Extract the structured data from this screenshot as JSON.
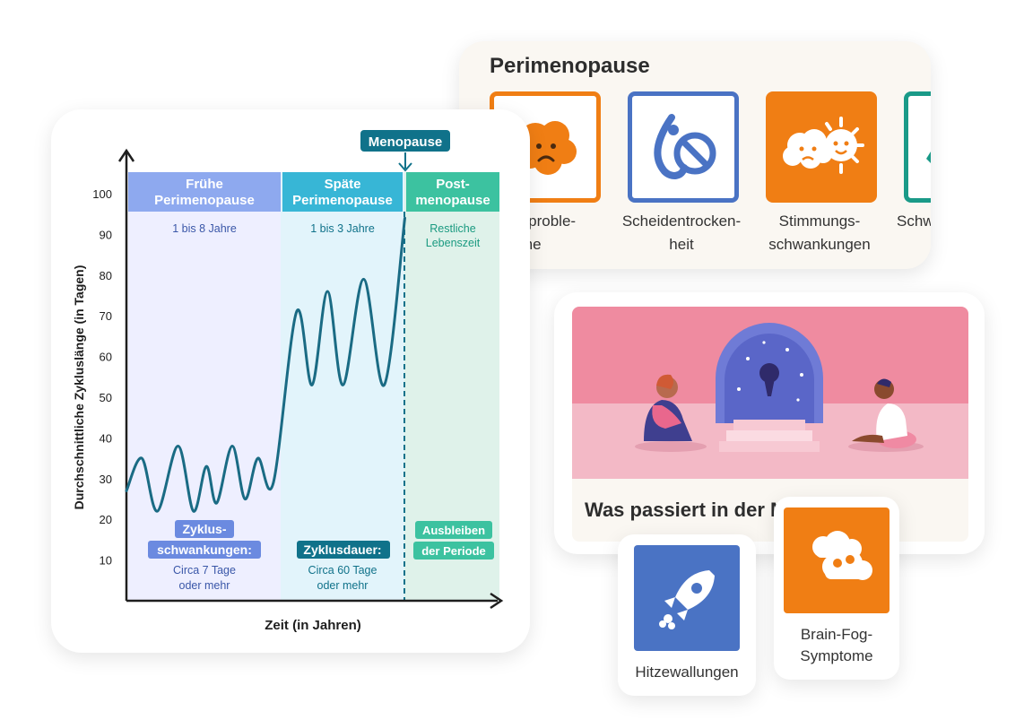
{
  "perimenopause": {
    "title": "Perimenopause",
    "symptoms": [
      {
        "icon": "sad-cloud-icon",
        "line1": "Schlafproble-",
        "line2": "me",
        "color": "#f07e14"
      },
      {
        "icon": "no-drop-icon",
        "line1": "Scheidentrocken-",
        "line2": "heit",
        "color": "#4a73c4"
      },
      {
        "icon": "mood-swing-icon",
        "line1": "Stimmungs-",
        "line2": "schwankungen",
        "color": "#f07e14"
      },
      {
        "icon": "partial-icon",
        "line1": "Schw",
        "line2": "",
        "color": "#1a9a88"
      }
    ]
  },
  "illustration": {
    "caption": "Was passiert in der Menopause?"
  },
  "tiles": {
    "hitze": {
      "icon": "rocket-icon",
      "label": "Hitzewallungen",
      "color": "#4a73c4"
    },
    "brain": {
      "icon": "clouds-icon",
      "line1": "Brain-Fog-",
      "line2": "Symptome",
      "color": "#f07e14"
    }
  },
  "chart_data": {
    "type": "line",
    "ylabel": "Durchschnittliche Zykluslänge (in Tagen)",
    "xlabel": "Zeit (in Jahren)",
    "ylim": [
      0,
      105
    ],
    "yticks": [
      10,
      20,
      30,
      40,
      50,
      60,
      70,
      80,
      90,
      100
    ],
    "menopause_marker": "Menopause",
    "phases": [
      {
        "name_line1": "Frühe",
        "name_line2": "Perimenopause",
        "duration": "1 bis 8 Jahre",
        "note_line1": "Zyklus-",
        "note_line2": "schwankungen:",
        "detail_line1": "Circa 7 Tage",
        "detail_line2": "oder mehr",
        "header_color": "#8ea9ef",
        "bg_color": "#eeefff",
        "text_color": "#3a57a8"
      },
      {
        "name_line1": "Späte",
        "name_line2": "Perimenopause",
        "duration": "1 bis 3 Jahre",
        "note_line1": "Zyklusdauer:",
        "note_line2": "",
        "detail_line1": "Circa 60 Tage",
        "detail_line2": "oder mehr",
        "header_color": "#37b6d6",
        "bg_color": "#e2f4fb",
        "text_color": "#10728a"
      },
      {
        "name_line1": "Post-",
        "name_line2": "menopause",
        "duration": "Restliche",
        "duration_line2": "Lebenszeit",
        "note_line1": "Ausbleiben",
        "note_line2": "der Periode",
        "detail_line1": "",
        "detail_line2": "",
        "header_color": "#3cc2a0",
        "bg_color": "#dff2ea",
        "text_color": "#1a9a80"
      }
    ],
    "series": [
      {
        "values": [
          [
            0,
            27
          ],
          [
            3,
            35
          ],
          [
            6,
            22
          ],
          [
            10,
            38
          ],
          [
            13,
            22
          ],
          [
            15.5,
            33
          ],
          [
            17.5,
            24
          ],
          [
            20.5,
            38
          ],
          [
            23,
            25
          ],
          [
            25.5,
            35
          ],
          [
            28.5,
            29
          ],
          [
            33,
            71
          ],
          [
            36,
            53
          ],
          [
            39,
            76
          ],
          [
            42,
            53
          ],
          [
            46,
            79
          ],
          [
            50,
            53
          ],
          [
            54,
            94
          ]
        ]
      }
    ],
    "xlim": [
      0,
      56
    ]
  }
}
